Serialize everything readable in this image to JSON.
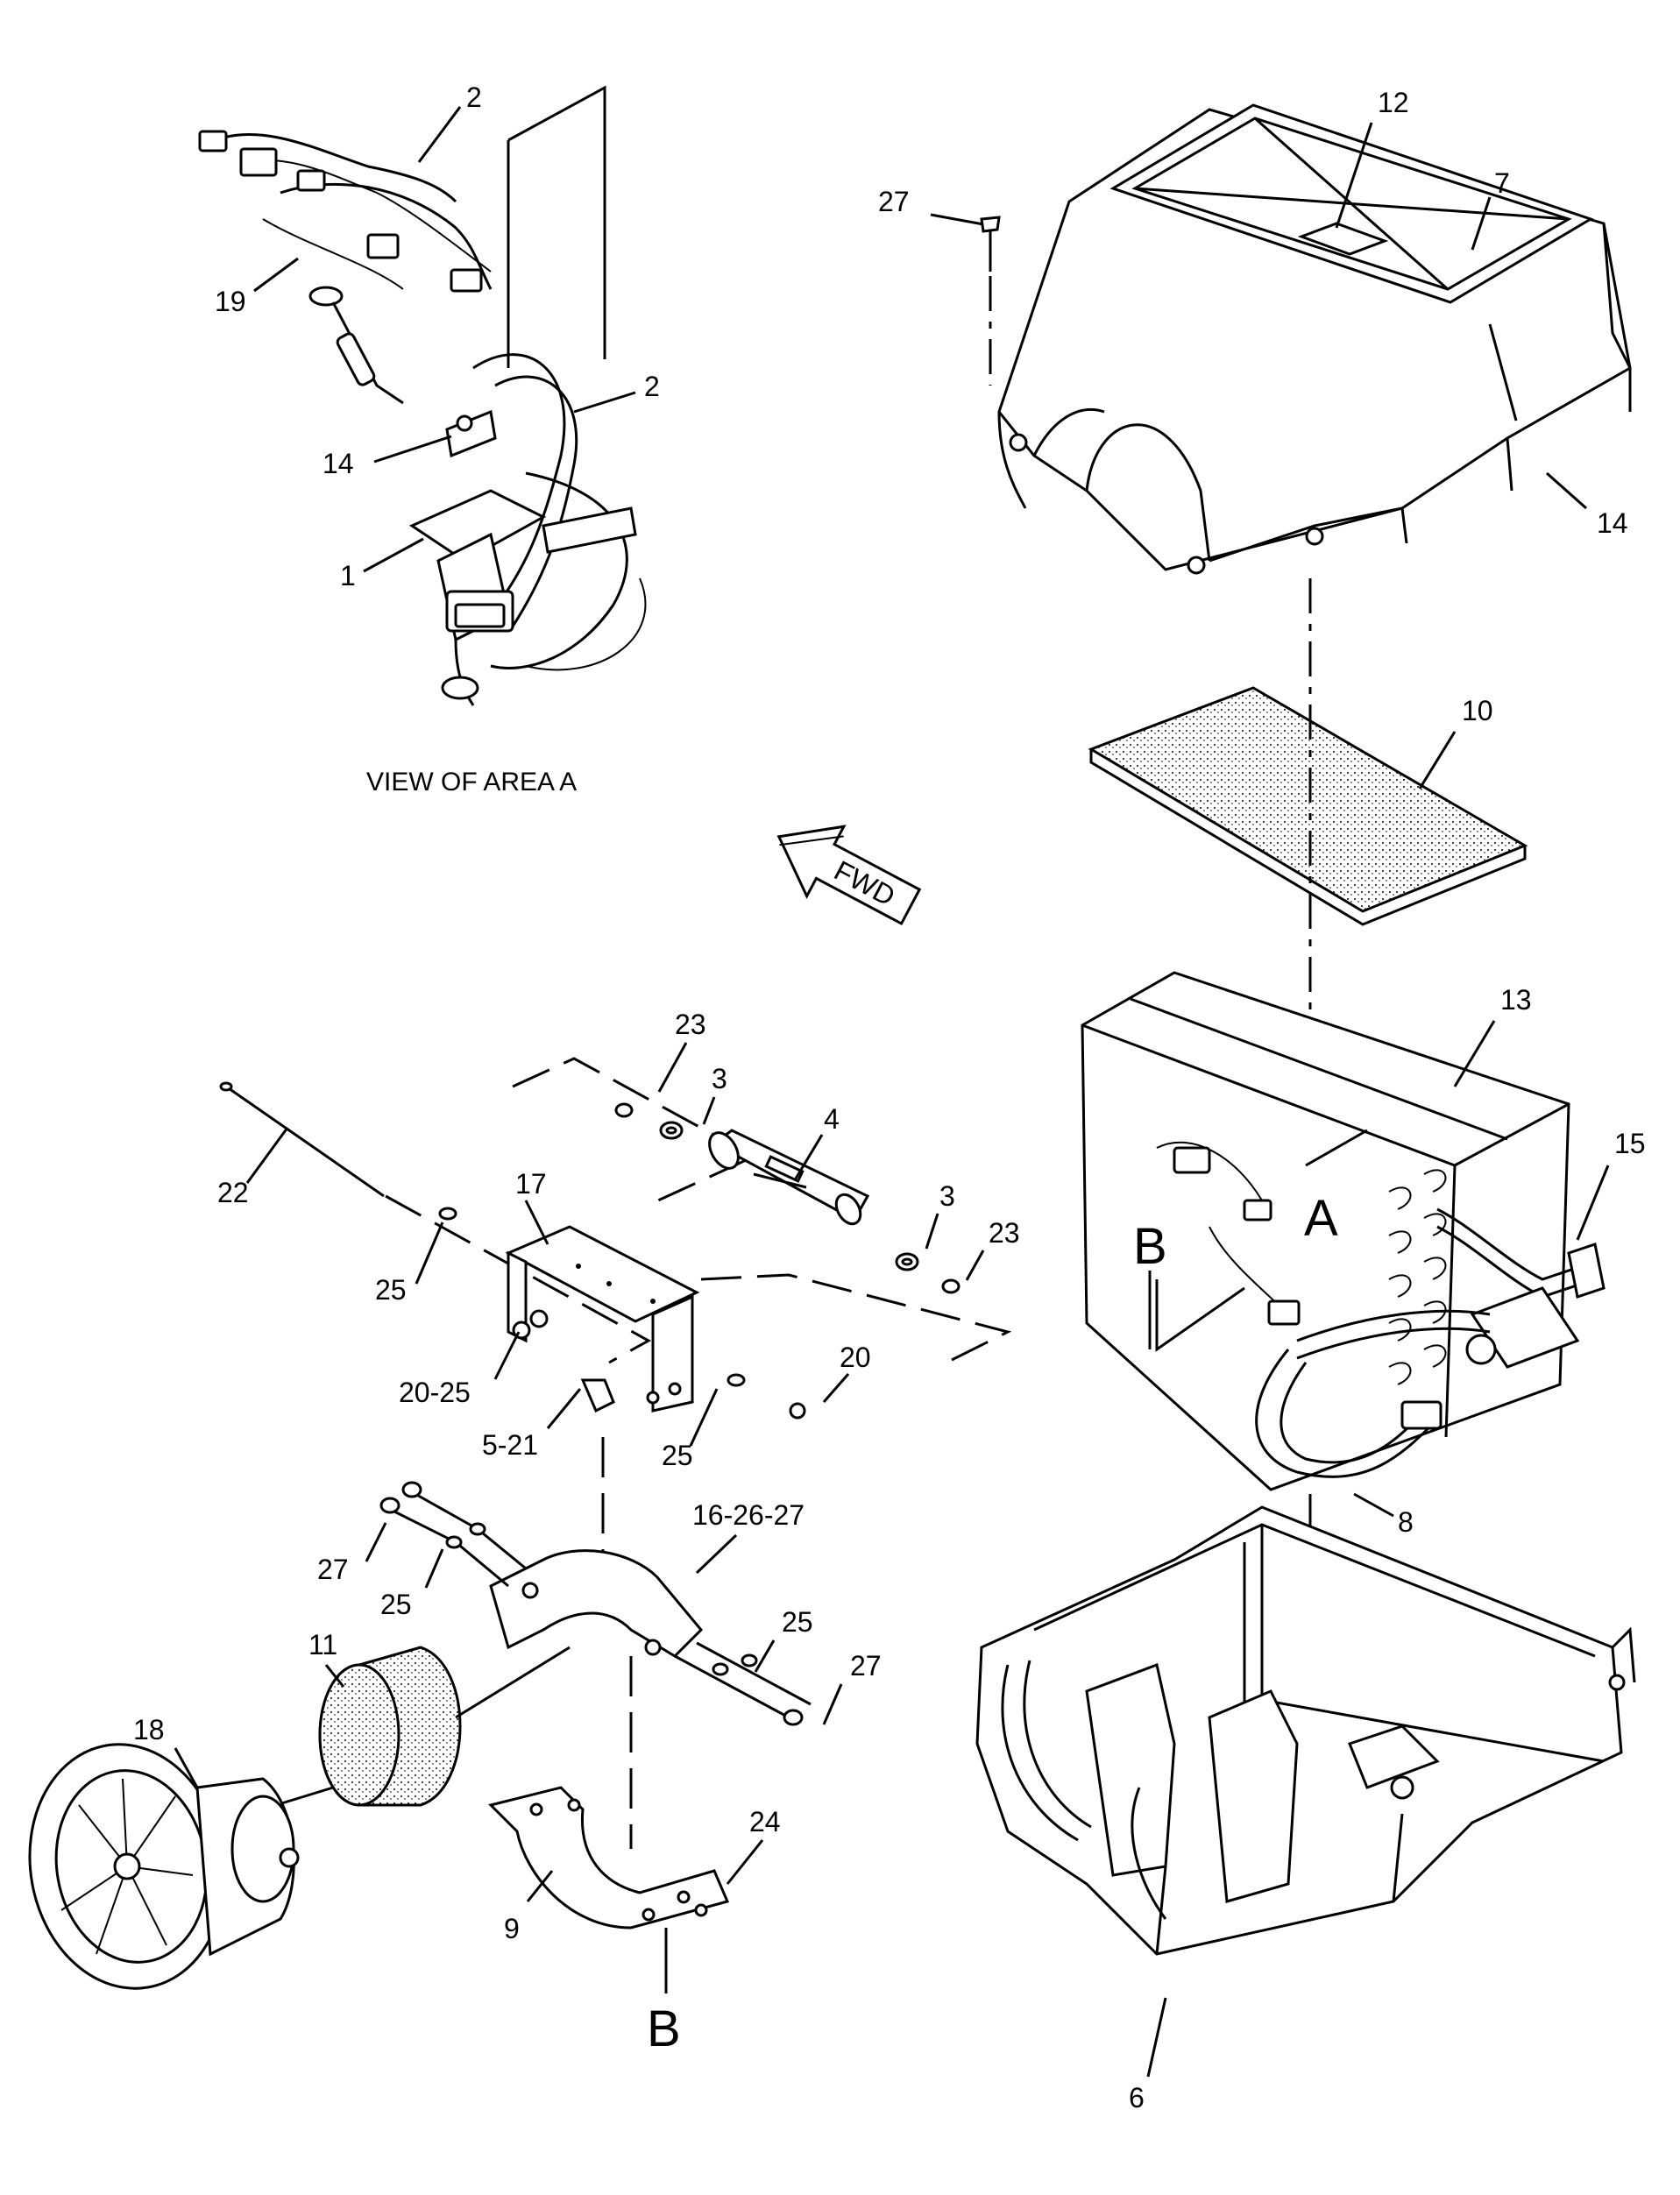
{
  "view_caption": "VIEW OF AREA A",
  "direction_arrow": {
    "label": "FWD",
    "icon": "forward-arrow-icon"
  },
  "view_markers": {
    "a": "A",
    "b_main": "B",
    "b_bracket": "B"
  },
  "callouts": {
    "c2_top": "2",
    "c19": "19",
    "c2_mid": "2",
    "c14_left": "14",
    "c1": "1",
    "c27_top": "27",
    "c12": "12",
    "c7": "7",
    "c14_right": "14",
    "c10": "10",
    "c13": "13",
    "c15": "15",
    "c8": "8",
    "c23_a": "23",
    "c3_a": "3",
    "c4": "4",
    "c3_b": "3",
    "c23_b": "23",
    "c22": "22",
    "c17": "17",
    "c25_a": "25",
    "c20_25": "20-25",
    "c20": "20",
    "c5_21": "5-21",
    "c25_b": "25",
    "c16_26_27": "16-26-27",
    "c27_a": "27",
    "c25_c": "25",
    "c25_d": "25",
    "c27_b": "27",
    "c11": "11",
    "c18": "18",
    "c24": "24",
    "c9": "9",
    "c6": "6"
  }
}
